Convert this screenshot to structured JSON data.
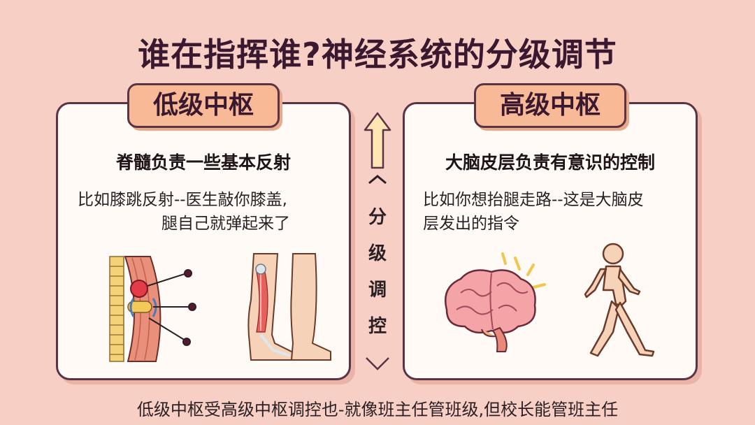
{
  "title": "谁在指挥谁?神经系统的分级调节",
  "left_panel": {
    "tag": "低级中枢",
    "heading": "脊髓负责一些基本反射",
    "desc_line1": "比如膝跳反射--医生敲你膝盖,",
    "desc_line2": "腿自己就弹起来了"
  },
  "right_panel": {
    "tag": "高级中枢",
    "heading": "大脑皮层负责有意识的控制",
    "desc_line1": "比如你想抬腿走路--这是大脑皮",
    "desc_line2": "层发出的指令"
  },
  "center": {
    "chars": [
      "分",
      "级",
      "调",
      "控"
    ]
  },
  "footer": "低级中枢受高级中枢调控也-就像班主任管班级,但校长能管班主任",
  "colors": {
    "background": "#f7cfc4",
    "tag_fill": "#f8b996",
    "border": "#5a3345",
    "brain": "#f2a0a0",
    "skin": "#f6d3b8"
  }
}
